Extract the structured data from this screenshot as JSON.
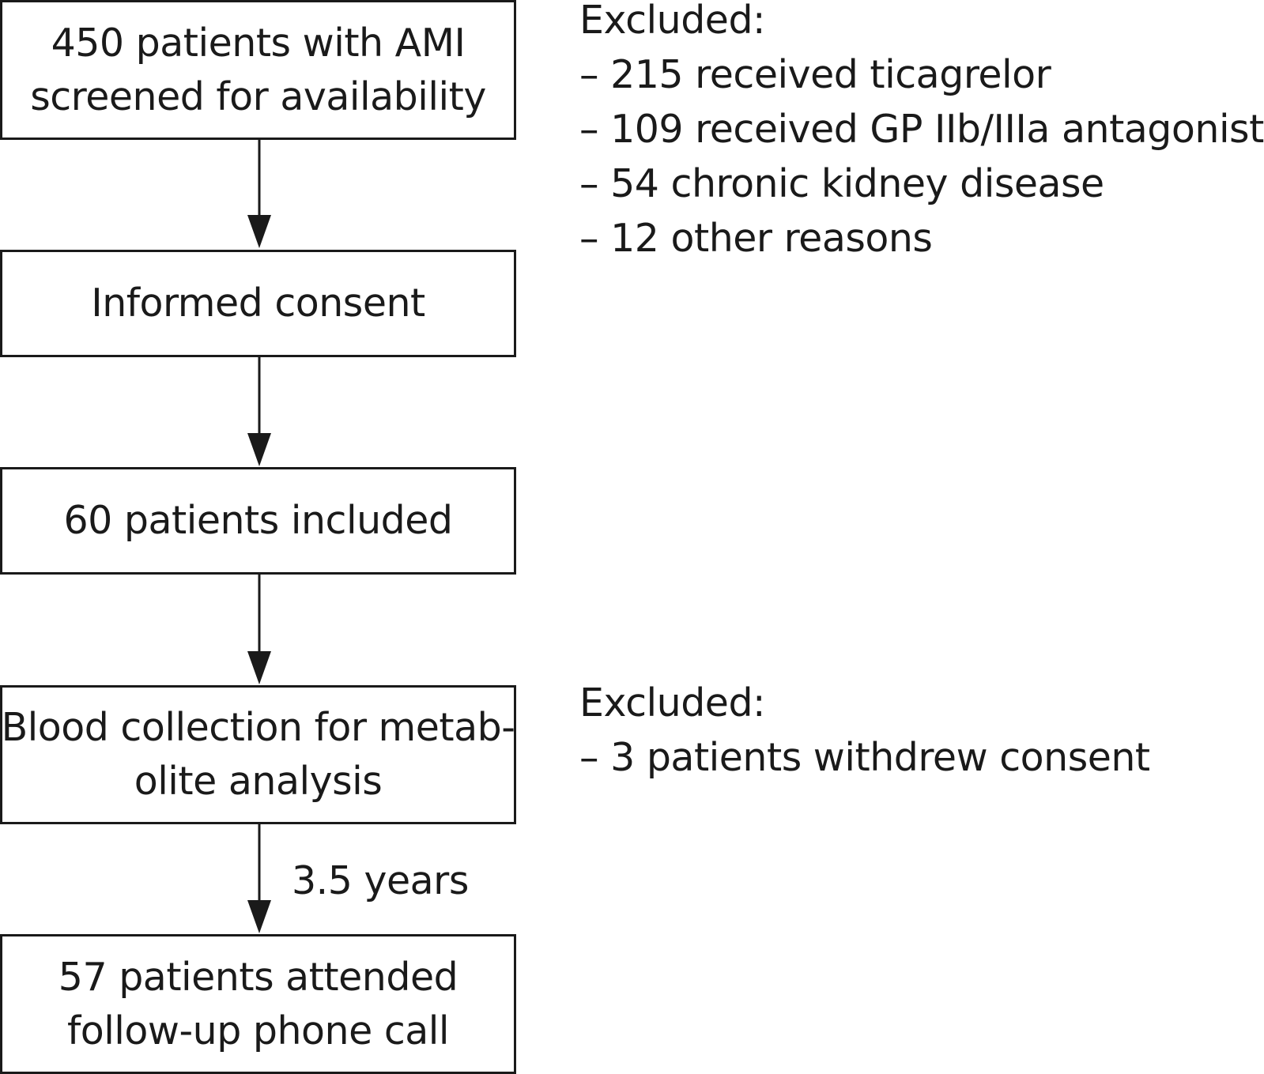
{
  "flow": {
    "screened": {
      "line1": "450 patients with AMI",
      "line2": "screened for availability"
    },
    "consent": {
      "line1": "Informed consent"
    },
    "included": {
      "line1": "60 patients included"
    },
    "blood": {
      "line1": "Blood collection for metab-",
      "line2": "olite analysis"
    },
    "followup": {
      "line1": "57 patients attended",
      "line2": "follow-up phone call"
    },
    "duration_label": "3.5 years"
  },
  "exclusions": {
    "first": {
      "heading": "Excluded:",
      "items": [
        "– 215 received ticagrelor",
        "– 109 received GP IIb/IIIa antagonist",
        "– 54 chronic kidney disease",
        "– 12 other reasons"
      ]
    },
    "second": {
      "heading": "Excluded:",
      "items": [
        "– 3 patients withdrew consent"
      ]
    }
  }
}
